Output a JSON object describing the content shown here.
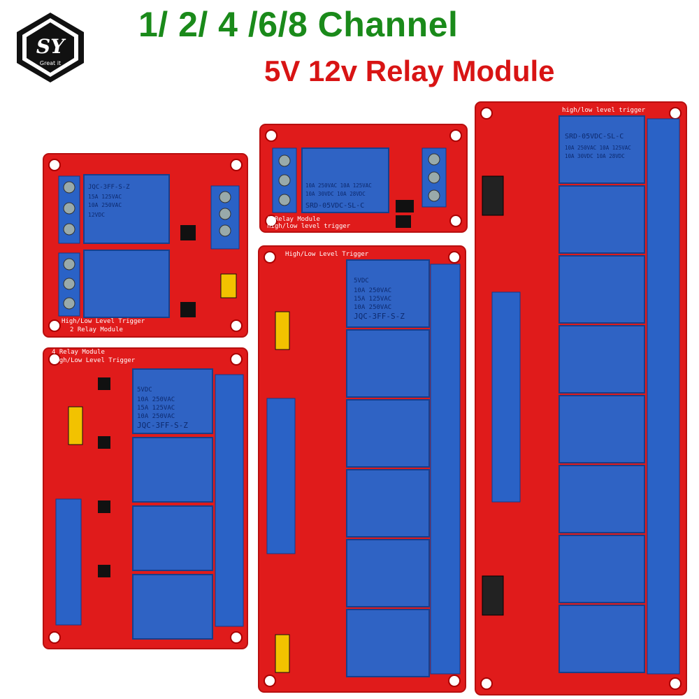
{
  "logo": {
    "initials": "SY",
    "tagline": "Great it"
  },
  "headline": "1/ 2/ 4 /6/8 Channel",
  "subheadline": "5V 12v Relay Module",
  "boards": {
    "one": {
      "label": "1 Relay  Module",
      "trigger": "high/low level trigger",
      "relay": [
        "10A 250VAC 10A 125VAC",
        "10A  30VDC 10A  28VDC",
        "SRD-05VDC-SL-C"
      ]
    },
    "two": {
      "label": "2 Relay Module",
      "trigger": "High/Low Level Trigger",
      "relay": [
        "JQC-3FF-S-Z",
        "15A 125VAC",
        "10A 250VAC",
        "12VDC"
      ]
    },
    "four": {
      "label": "4 Relay Module",
      "trigger": "High/Low Level Trigger",
      "relay": [
        "5VDC",
        "10A 250VAC",
        "15A 125VAC",
        "10A 250VAC",
        "JQC-3FF-S-Z"
      ]
    },
    "six": {
      "trigger": "High/Low Level Trigger",
      "relay": [
        "5VDC",
        "10A 250VAC",
        "15A 125VAC",
        "10A 250VAC",
        "JQC-3FF-S-Z"
      ]
    },
    "eight": {
      "trigger": "high/low level trigger",
      "relay": [
        "SRD-05VDC-SL-C",
        "10A 250VAC  10A 125VAC",
        "10A 30VDC  10A 28VDC"
      ]
    }
  },
  "colors": {
    "pcb": "#e01b1b",
    "pcb_edge": "#b80f0f",
    "relay": "#2f63c4",
    "terminal": "#2a62c6",
    "green": "#1a8a1a",
    "red": "#d81414"
  }
}
